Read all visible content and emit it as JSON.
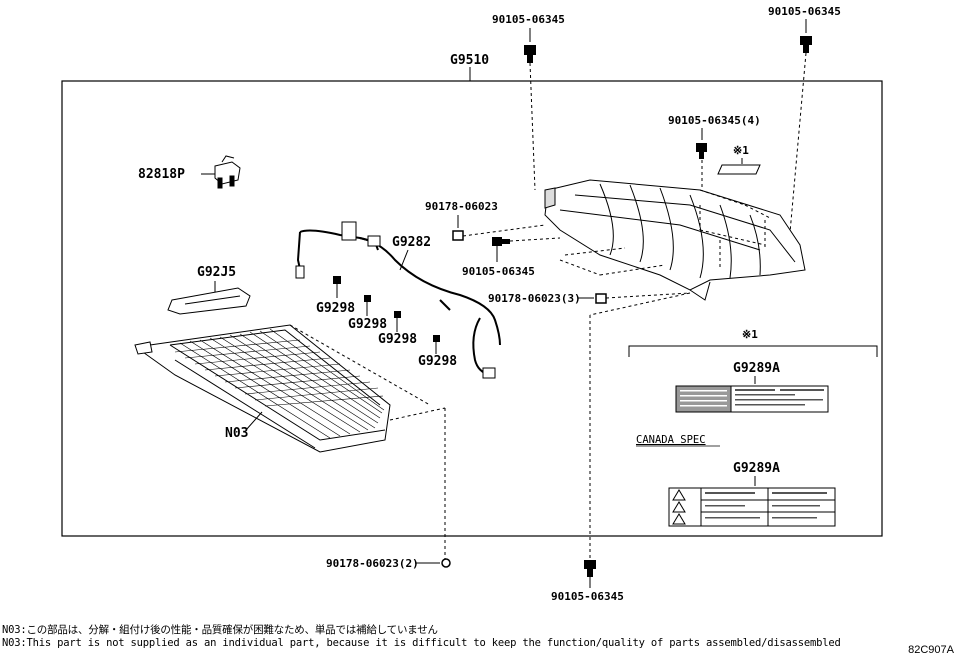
{
  "parts": {
    "frame_label": "G9510",
    "bolt_top": "90105-06345",
    "bolt_top_right": "90105-06345",
    "bolt_group": "90105-06345(4)",
    "bolt_mid": "90105-06345",
    "bolt_bottom": "90105-06345",
    "clip_left": "90178-06023",
    "clip_group": "90178-06023(3)",
    "clip_bottom": "90178-06023(2)",
    "bracket": "82818P",
    "wire_harness": "G9282",
    "pad": "G92J5",
    "clamp_1": "G9298",
    "clamp_2": "G9298",
    "clamp_3": "G9298",
    "clamp_4": "G9298",
    "battery": "N03",
    "ref_mark": "※1",
    "label_a": "G9289A",
    "label_b": "G9289A",
    "canada": "CANADA SPEC"
  },
  "inset": {
    "ref_mark": "※1"
  },
  "notes": {
    "line1": "N03:この部品は、分解・組付け後の性能・品質確保が困難なため、単品では補給していません",
    "line2": "N03:This part is not supplied as an individual part, because it is difficult to keep the function/quality of parts assembled/disassembled"
  },
  "figure_code": "82C907A"
}
